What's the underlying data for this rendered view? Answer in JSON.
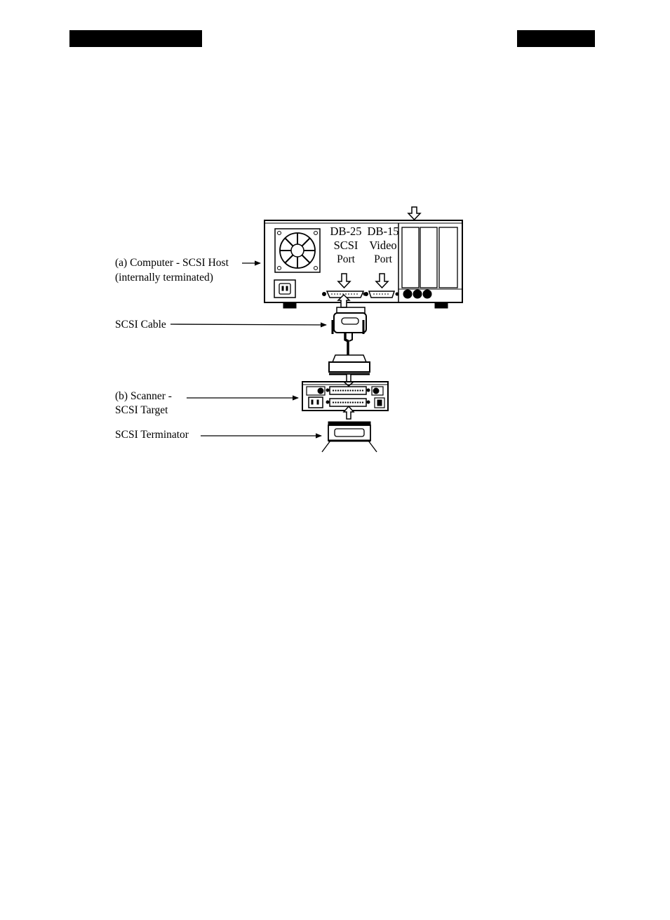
{
  "page": {
    "header_bars": [
      "black-bar-left",
      "black-bar-right"
    ]
  },
  "diagram": {
    "ports": [
      {
        "lines": [
          "DB-25",
          "SCSI",
          "Port"
        ]
      },
      {
        "lines": [
          "DB-15",
          "Video",
          "Port"
        ]
      }
    ],
    "labels": {
      "computer_line1": "(a) Computer - SCSI Host",
      "computer_line2": "(internally terminated)",
      "cable": "SCSI Cable",
      "scanner_line1": "(b) Scanner -",
      "scanner_line2": "SCSI Target",
      "terminator": "SCSI Terminator"
    },
    "icons": [
      "fan-icon",
      "power-socket-icon",
      "down-arrow-icon",
      "up-arrow-icon",
      "scsi-connector-icon",
      "scanner-icon",
      "terminator-icon"
    ]
  }
}
